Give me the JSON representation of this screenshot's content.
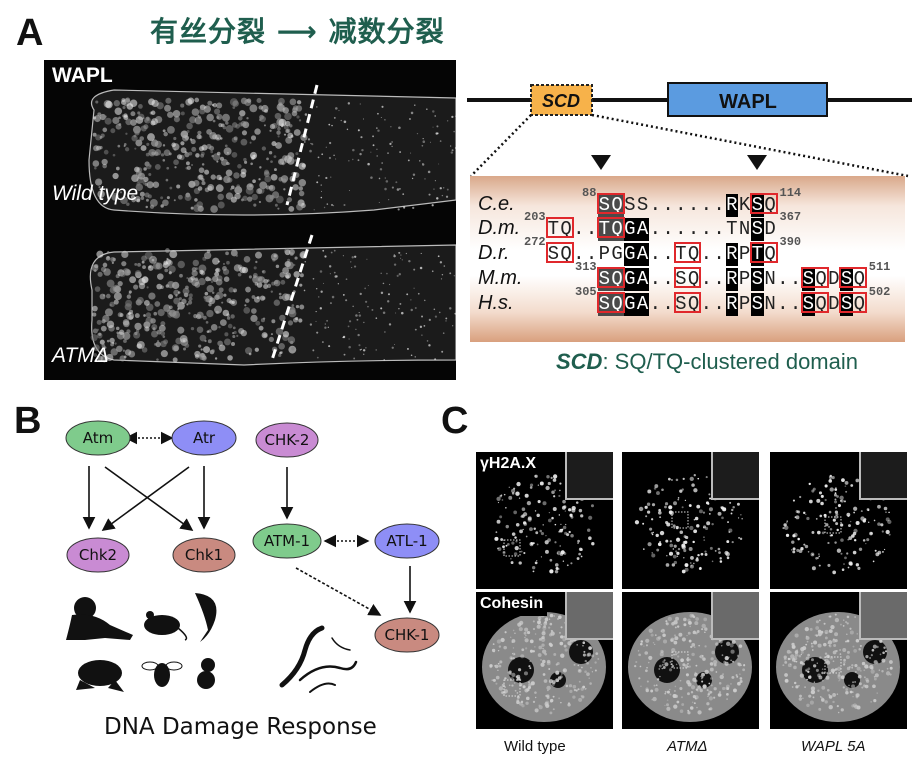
{
  "panel_labels": {
    "a": "A",
    "b": "B",
    "c": "C"
  },
  "panel_a": {
    "title": "有丝分裂 ⟶ 减数分裂",
    "image_labels": {
      "stain": "WAPL",
      "top": "Wild type",
      "bottom": "ATMΔ"
    },
    "domain_map": {
      "scd_label": "SCD",
      "protein_label": "WAPL",
      "scd_color": "#f7b24a",
      "protein_color": "#5b9be0"
    },
    "alignment": [
      {
        "species": "C.e.",
        "start": "88",
        "end": "114",
        "seq": "    SQSS......RKSQ"
      },
      {
        "species": "D.m.",
        "start": "203",
        "end": "367",
        "seq": "TQ..TQGA......TNSD"
      },
      {
        "species": "D.r.",
        "start": "272",
        "end": "390",
        "seq": "SQ..PGGA..TQ..RPTQ"
      },
      {
        "species": "M.m.",
        "start": "313",
        "end": "511",
        "seq": "    SQGA..SQ..RPSN..SQDSQ"
      },
      {
        "species": "H.s.",
        "start": "305",
        "end": "502",
        "seq": "    SQGA..SQ..RPSN..SQDSQ"
      }
    ],
    "caption_bold": "SCD",
    "caption_rest": ": SQ/TQ-clustered domain"
  },
  "panel_b": {
    "nodes": {
      "atm": {
        "label": "Atm",
        "color": "#7fcb8c"
      },
      "atr": {
        "label": "Atr",
        "color": "#8e8ef6"
      },
      "chk2": {
        "label": "Chk2",
        "color": "#c98bd3"
      },
      "chk1": {
        "label": "Chk1",
        "color": "#c98a80"
      },
      "ce_chk2": {
        "label": "CHK-2",
        "color": "#c98bd3"
      },
      "ce_atm1": {
        "label": "ATM-1",
        "color": "#7fcb8c"
      },
      "ce_atl1": {
        "label": "ATL-1",
        "color": "#8e8ef6"
      },
      "ce_chk1": {
        "label": "CHK-1",
        "color": "#c98a80"
      }
    },
    "caption": "DNA Damage Response"
  },
  "panel_c": {
    "row_labels": [
      "γH2A.X",
      "Cohesin"
    ],
    "columns": [
      "Wild type",
      "ATMΔ",
      "WAPL 5A"
    ]
  }
}
